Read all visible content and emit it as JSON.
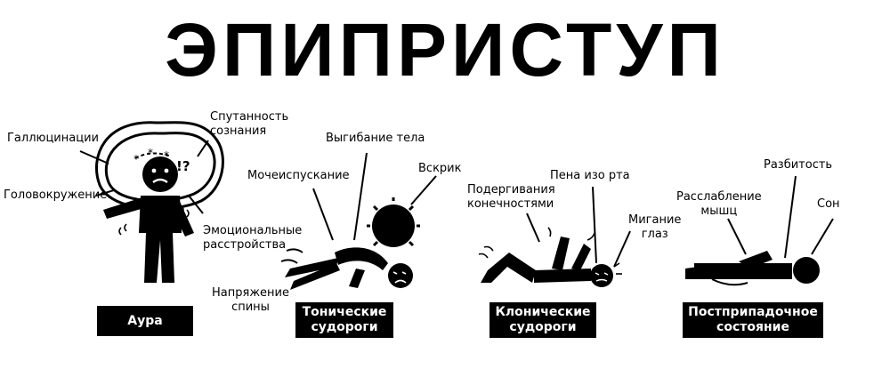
{
  "title": "ЭПИПРИСТУП",
  "stages": [
    {
      "label": "Аура"
    },
    {
      "label": "Тонические\nсудороги"
    },
    {
      "label": "Клонические\nсудороги"
    },
    {
      "label": "Постприпадочное\nсостояние"
    }
  ],
  "symptoms": {
    "hallucinations": "Галлюцинации",
    "dizziness": "Головокружение",
    "confusion": "Спутанность\nсознания",
    "emotional": "Эмоциональные\nрасстройства",
    "incontinence": "Мочеиспускание",
    "arching": "Выгибание тела",
    "scream": "Вскрик",
    "back_tension": "Напряжение\nспины",
    "twitching": "Подергивания\nконечностями",
    "foam": "Пена изо рта",
    "blinking": "Мигание\nглаз",
    "relaxation": "Расслабление\nмышц",
    "fatigue": "Разбитость",
    "sleep": "Сон"
  },
  "aura_marks": "!?"
}
